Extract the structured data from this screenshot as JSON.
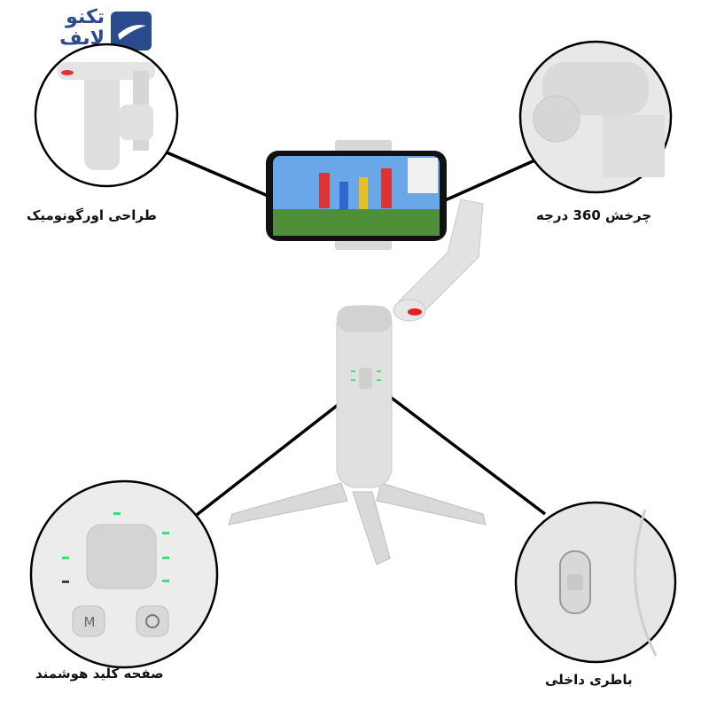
{
  "brand": {
    "logo_text": "تکنو لایف",
    "color": "#2b4a8c"
  },
  "features": [
    {
      "label": "طراحی اورگونومیک",
      "icon": "ergonomic-design-closeup"
    },
    {
      "label": "چرخش 360 درجه",
      "icon": "rotation-motor-closeup"
    },
    {
      "label": "صفحه کلید هوشمند",
      "icon": "smart-keypad-closeup"
    },
    {
      "label": "باطری داخلی",
      "icon": "battery-switch-closeup"
    }
  ],
  "keypad": {
    "mode_button": "M"
  },
  "colors": {
    "product": "#dcdcdc",
    "led": "#39e07a",
    "line": "#000000"
  }
}
